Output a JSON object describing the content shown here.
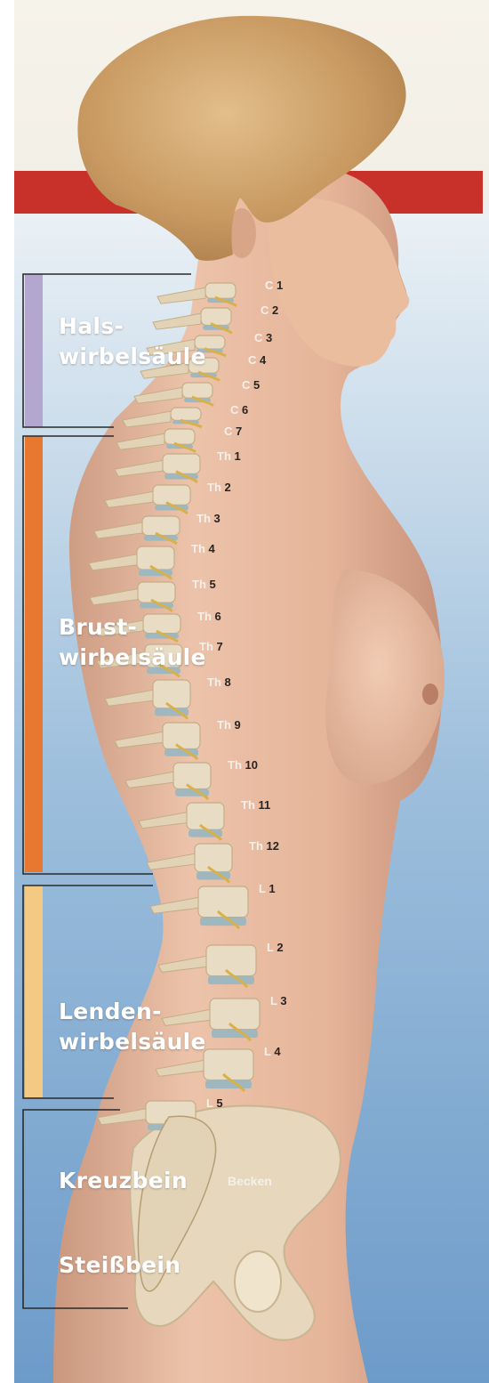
{
  "regions": {
    "cervical": {
      "line1": "Hals-",
      "line2": "wirbelsäule",
      "color": "#b3a6cf"
    },
    "thoracic": {
      "line1": "Brust-",
      "line2": "wirbelsäule",
      "color": "#e8782f"
    },
    "lumbar": {
      "line1": "Lenden-",
      "line2": "wirbelsäule",
      "color": "#f4c984"
    },
    "sacrum": {
      "label": "Kreuzbein"
    },
    "coccyx": {
      "label": "Steißbein"
    }
  },
  "pelvis_label": "Becken",
  "vertebrae": [
    {
      "prefix": "C",
      "num": "1"
    },
    {
      "prefix": "C",
      "num": "2"
    },
    {
      "prefix": "C",
      "num": "3"
    },
    {
      "prefix": "C",
      "num": "4"
    },
    {
      "prefix": "C",
      "num": "5"
    },
    {
      "prefix": "C",
      "num": "6"
    },
    {
      "prefix": "C",
      "num": "7"
    },
    {
      "prefix": "Th",
      "num": "1"
    },
    {
      "prefix": "Th",
      "num": "2"
    },
    {
      "prefix": "Th",
      "num": "3"
    },
    {
      "prefix": "Th",
      "num": "4"
    },
    {
      "prefix": "Th",
      "num": "5"
    },
    {
      "prefix": "Th",
      "num": "6"
    },
    {
      "prefix": "Th",
      "num": "7"
    },
    {
      "prefix": "Th",
      "num": "8"
    },
    {
      "prefix": "Th",
      "num": "9"
    },
    {
      "prefix": "Th",
      "num": "10"
    },
    {
      "prefix": "Th",
      "num": "11"
    },
    {
      "prefix": "Th",
      "num": "12"
    },
    {
      "prefix": "L",
      "num": "1"
    },
    {
      "prefix": "L",
      "num": "2"
    },
    {
      "prefix": "L",
      "num": "3"
    },
    {
      "prefix": "L",
      "num": "4"
    },
    {
      "prefix": "L",
      "num": "5"
    }
  ],
  "colors": {
    "top_band": "#c8312a",
    "sky_top": "#eef4f8",
    "sky_bottom": "#6f9cc8",
    "skin": "#e0b49a",
    "hair": "#c99a62",
    "bone": "#e9dcc4",
    "disc": "#9fb7bf",
    "nerve": "#d9b14a"
  }
}
